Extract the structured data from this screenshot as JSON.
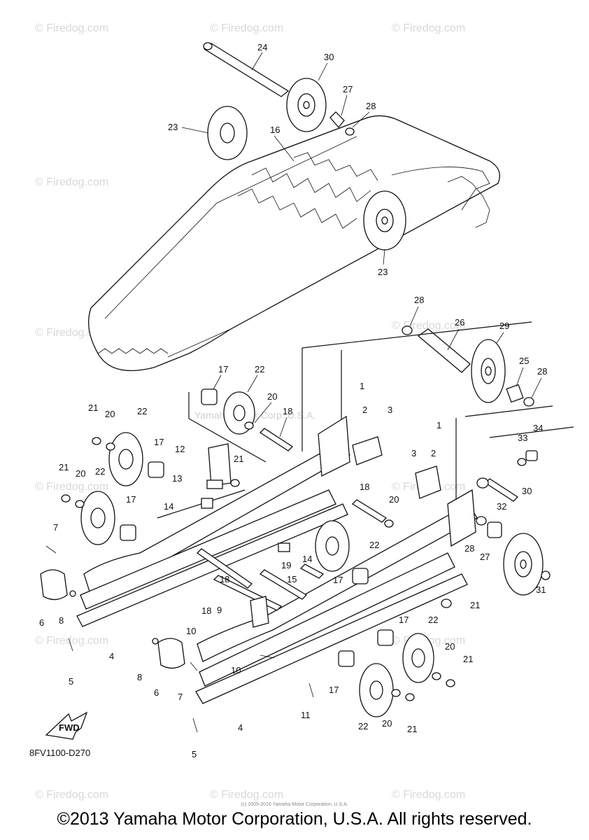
{
  "watermark": "© Firedog.com",
  "center_watermark": "Yamaha Motor Corp. U.S.A.",
  "diagram_code": "8FV1100-D270",
  "fwd_label": "FWD",
  "copyright": "©2013 Yamaha Motor Corporation, U.S.A. All rights reserved.",
  "small_copyright": "(c) 2005-2016 Yamaha Motor Corporation, U.S.A.",
  "callouts": {
    "c24": "24",
    "c30a": "30",
    "c27a": "27",
    "c28a": "28",
    "c23a": "23",
    "c16": "16",
    "c23b": "23",
    "c28b": "28",
    "c26": "26",
    "c29": "29",
    "c25": "25",
    "c28c": "28",
    "c17a": "17",
    "c22a": "22",
    "c20a": "20",
    "c18a": "18",
    "c1a": "1",
    "c2a": "2",
    "c3a": "3",
    "c21a": "21",
    "c20b": "20",
    "c22b": "22",
    "c1b": "1",
    "c3b": "3",
    "c2b": "2",
    "c34": "34",
    "c33": "33",
    "c12": "12",
    "c17b": "17",
    "c21b": "21",
    "c13": "13",
    "c21c": "21",
    "c20c": "20",
    "c22c": "22",
    "c14a": "14",
    "c17c": "17",
    "c18b": "18",
    "c20d": "20",
    "c30b": "30",
    "c32": "32",
    "c7a": "7",
    "c22d": "22",
    "c28d": "28",
    "c27b": "27",
    "c19": "19",
    "c14b": "14",
    "c15": "15",
    "c17d": "17",
    "c31": "31",
    "c18c": "18",
    "c6a": "6",
    "c8a": "8",
    "c18d": "18",
    "c21d": "21",
    "c9": "9",
    "c17e": "17",
    "c22e": "22",
    "c4a": "4",
    "c10a": "10",
    "c20e": "20",
    "c21e": "21",
    "c8b": "8",
    "c5a": "5",
    "c10b": "10",
    "c6b": "6",
    "c7b": "7",
    "c17f": "17",
    "c11": "11",
    "c4b": "4",
    "c22f": "22",
    "c20f": "20",
    "c21f": "21",
    "c5b": "5"
  }
}
